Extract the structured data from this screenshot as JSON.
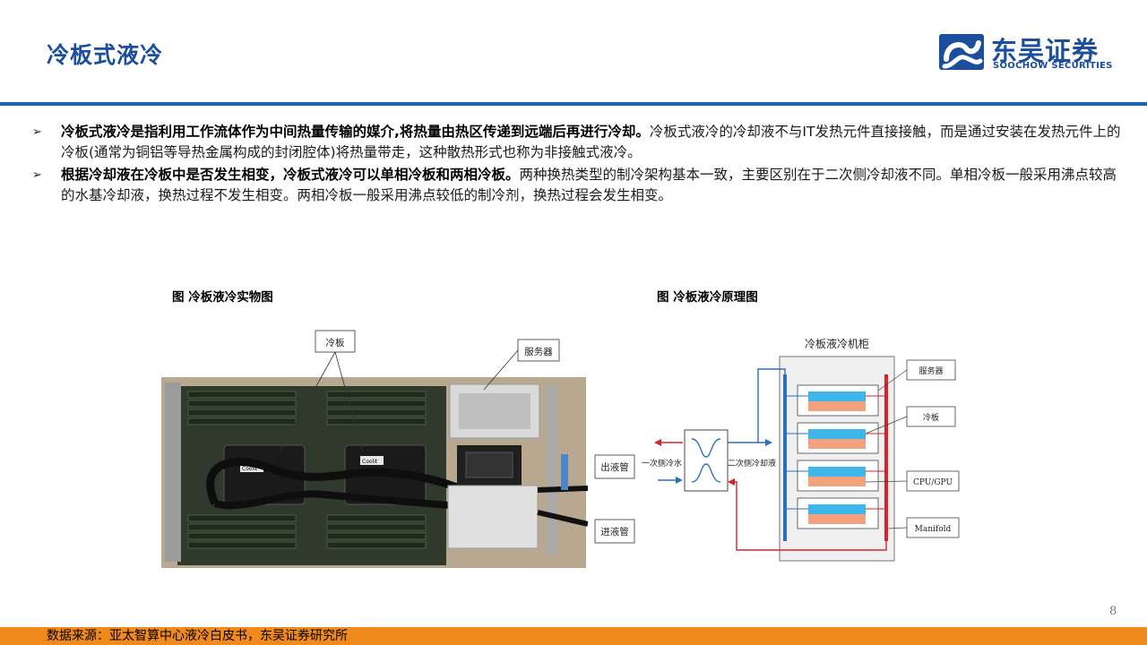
{
  "header": {
    "title": "冷板式液冷",
    "logo_cn": "东吴证券",
    "logo_en": "SOOCHOW SECURITIES"
  },
  "bullets": [
    {
      "bold": "冷板式液冷是指利用工作流体作为中间热量传输的媒介,将热量由热区传递到远端后再进行冷却。",
      "text": "冷板式液冷的冷却液不与IT发热元件直接接触，而是通过安装在发热元件上的冷板(通常为铜铝等导热金属构成的封闭腔体)将热量带走，这种散热形式也称为非接触式液冷。"
    },
    {
      "bold": "根据冷却液在冷板中是否发生相变，冷板式液冷可以单相冷板和两相冷板。",
      "text": "两种换热类型的制冷架构基本一致，主要区别在于二次侧冷却液不同。单相冷板一般采用沸点较高的水基冷却液，换热过程不发生相变。两相冷板一般采用沸点较低的制冷剂，换热过程会发生相变。"
    }
  ],
  "figures": {
    "photo": {
      "caption": "图 冷板液冷实物图",
      "labels": {
        "cold_plate": "冷板",
        "server": "服务器",
        "outlet": "出液管",
        "inlet": "进液管",
        "chip_mark": "Coolit"
      }
    },
    "diagram": {
      "caption": "图 冷板液冷原理图",
      "cabinet_title": "冷板液冷机柜",
      "primary_water": "一次侧冷水",
      "secondary_coolant": "二次侧冷却液",
      "labels": {
        "server": "服务器",
        "cold_plate": "冷板",
        "cpu_gpu": "CPU/GPU",
        "manifold": "Manifold"
      }
    }
  },
  "footer": {
    "source": "数据来源：亚太智算中心液冷白皮书，东吴证券研究所",
    "page": "8"
  },
  "colors": {
    "brand_blue": "#1b4f9c",
    "divider_blue": "#1b63b8",
    "footer_orange": "#f08a1d",
    "cold_line": "#2a6fc0",
    "hot_line": "#d9232a",
    "plate_blue": "#3fb6ea",
    "plate_orange": "#f2a27f"
  }
}
